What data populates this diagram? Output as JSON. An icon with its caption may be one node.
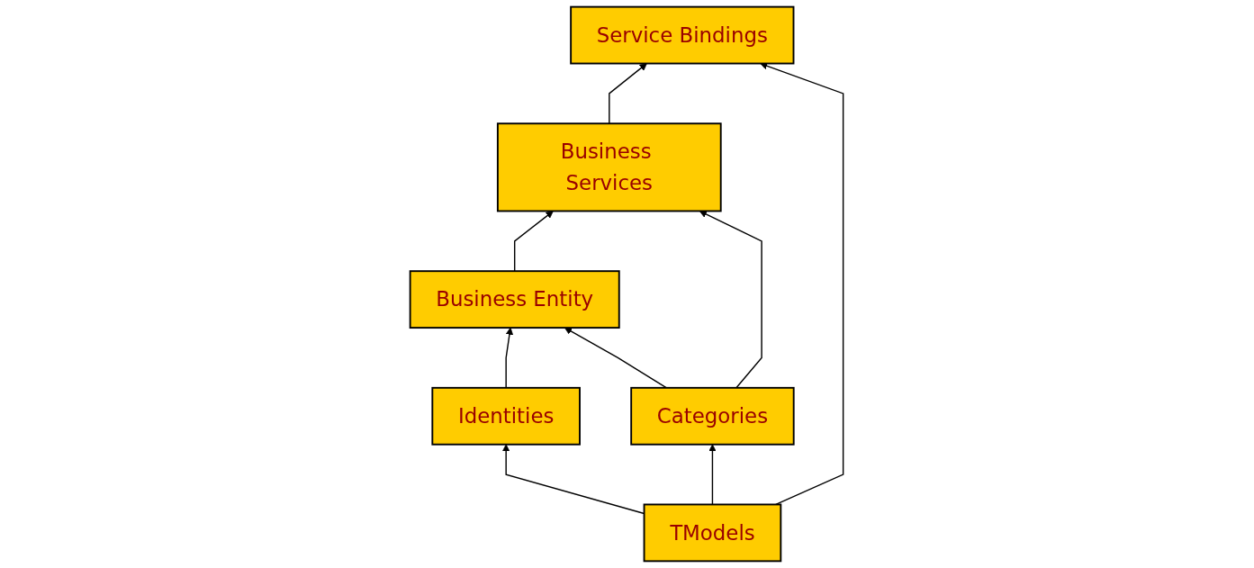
{
  "diagram": {
    "nodes": [
      {
        "text": [
          "Business Entity"
        ]
      },
      {
        "text": [
          "Identities"
        ]
      },
      {
        "text": [
          "Business Services"
        ]
      },
      {
        "text": [
          "Categories"
        ]
      },
      {
        "text": [
          "Service Bindings"
        ]
      },
      {
        "text": [
          "TModels"
        ]
      }
    ],
    "edges": [
      {
        "from": 1,
        "to": 0,
        "arrow": "to"
      },
      {
        "from": 3,
        "to": 0,
        "arrow": "to"
      },
      {
        "from": 0,
        "to": 2,
        "arrow": "to"
      },
      {
        "from": 3,
        "to": 2,
        "arrow": "to"
      },
      {
        "from": 2,
        "to": 4,
        "arrow": "to"
      },
      {
        "from": 5,
        "to": 4,
        "arrow": "to"
      },
      {
        "from": 5,
        "to": 1,
        "arrow": "to"
      },
      {
        "from": 5,
        "to": 3,
        "arrow": "to"
      }
    ]
  }
}
